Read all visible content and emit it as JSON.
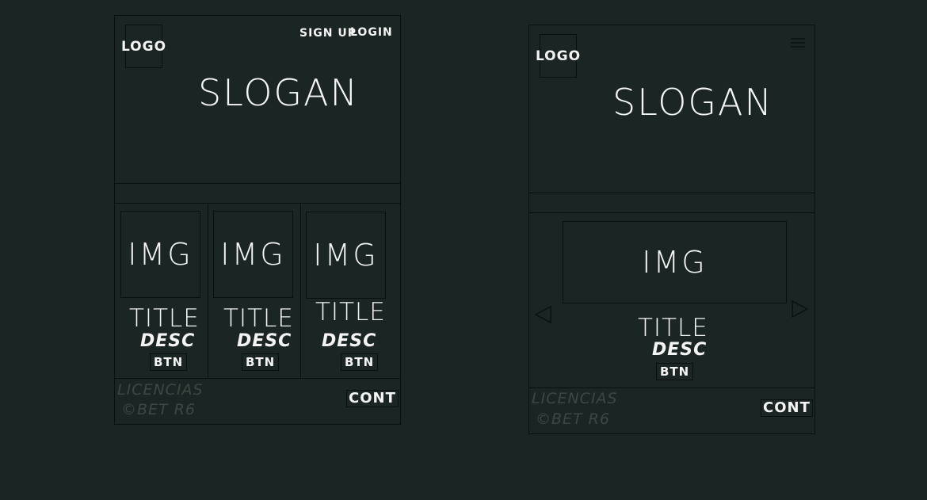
{
  "desktop": {
    "logo": "LOGO",
    "nav": {
      "signup": "SIGN UP",
      "login": "LOGIN"
    },
    "slogan": "SLOGAN",
    "cards": [
      {
        "img": "IMG",
        "title": "TITLE",
        "desc": "DESC",
        "btn": "BTN"
      },
      {
        "img": "IMG",
        "title": "TITLE",
        "desc": "DESC",
        "btn": "BTN"
      },
      {
        "img": "IMG",
        "title": "TITLE",
        "desc": "DESC",
        "btn": "BTN"
      }
    ],
    "footer": {
      "line1": "LICENCIAS",
      "line2": "©BET R6",
      "contact": "CONT"
    }
  },
  "mobile": {
    "logo": "LOGO",
    "menu_icon": "hamburger-menu-icon",
    "slogan": "SLOGAN",
    "card": {
      "img": "IMG",
      "title": "TITLE",
      "desc": "DESC",
      "btn": "BTN"
    },
    "footer": {
      "line1": "LICENCIAS",
      "line2": "©BET R6",
      "contact": "CONT"
    }
  }
}
